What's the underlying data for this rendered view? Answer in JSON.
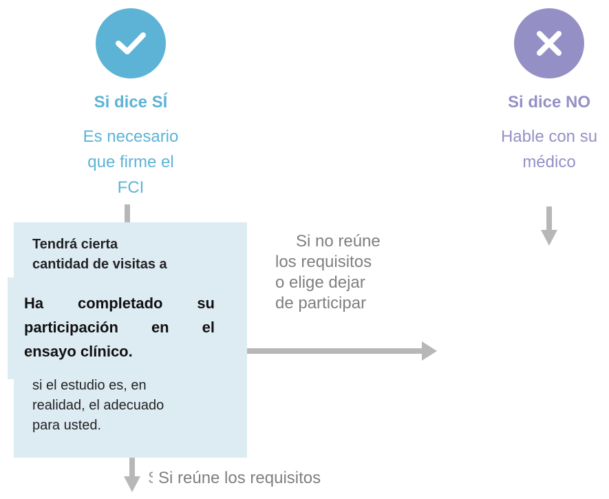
{
  "yes_branch": {
    "heading": "Si dice SÍ",
    "text_lines": [
      "Es necesario",
      "que firme el",
      "FCI"
    ],
    "icon": "check-icon",
    "color": "#5db3d6"
  },
  "no_branch": {
    "heading": "Si dice NO",
    "text_lines": [
      "Hable con su",
      "médico"
    ],
    "icon": "x-icon",
    "color": "#9490c6"
  },
  "visits_box": {
    "lines": [
      "Tendrá cierta",
      "cantidad de visitas a"
    ],
    "tail_lines": [
      "si el estudio es, en",
      "realidad, el adecuado",
      "para usted."
    ]
  },
  "completed_box": {
    "lines": [
      "Ha completado su",
      "participación en el",
      "ensayo clínico."
    ]
  },
  "side_note": {
    "lines": [
      "Si no reúne",
      "los requisitos",
      "o elige dejar",
      "de participar"
    ]
  },
  "bottom_note": {
    "partial": "S",
    "text": "Si reúne los requisitos"
  },
  "colors": {
    "arrow": "#b7b7b7",
    "box_bg": "#ddebf3",
    "gray_text": "#7f7f7f"
  }
}
